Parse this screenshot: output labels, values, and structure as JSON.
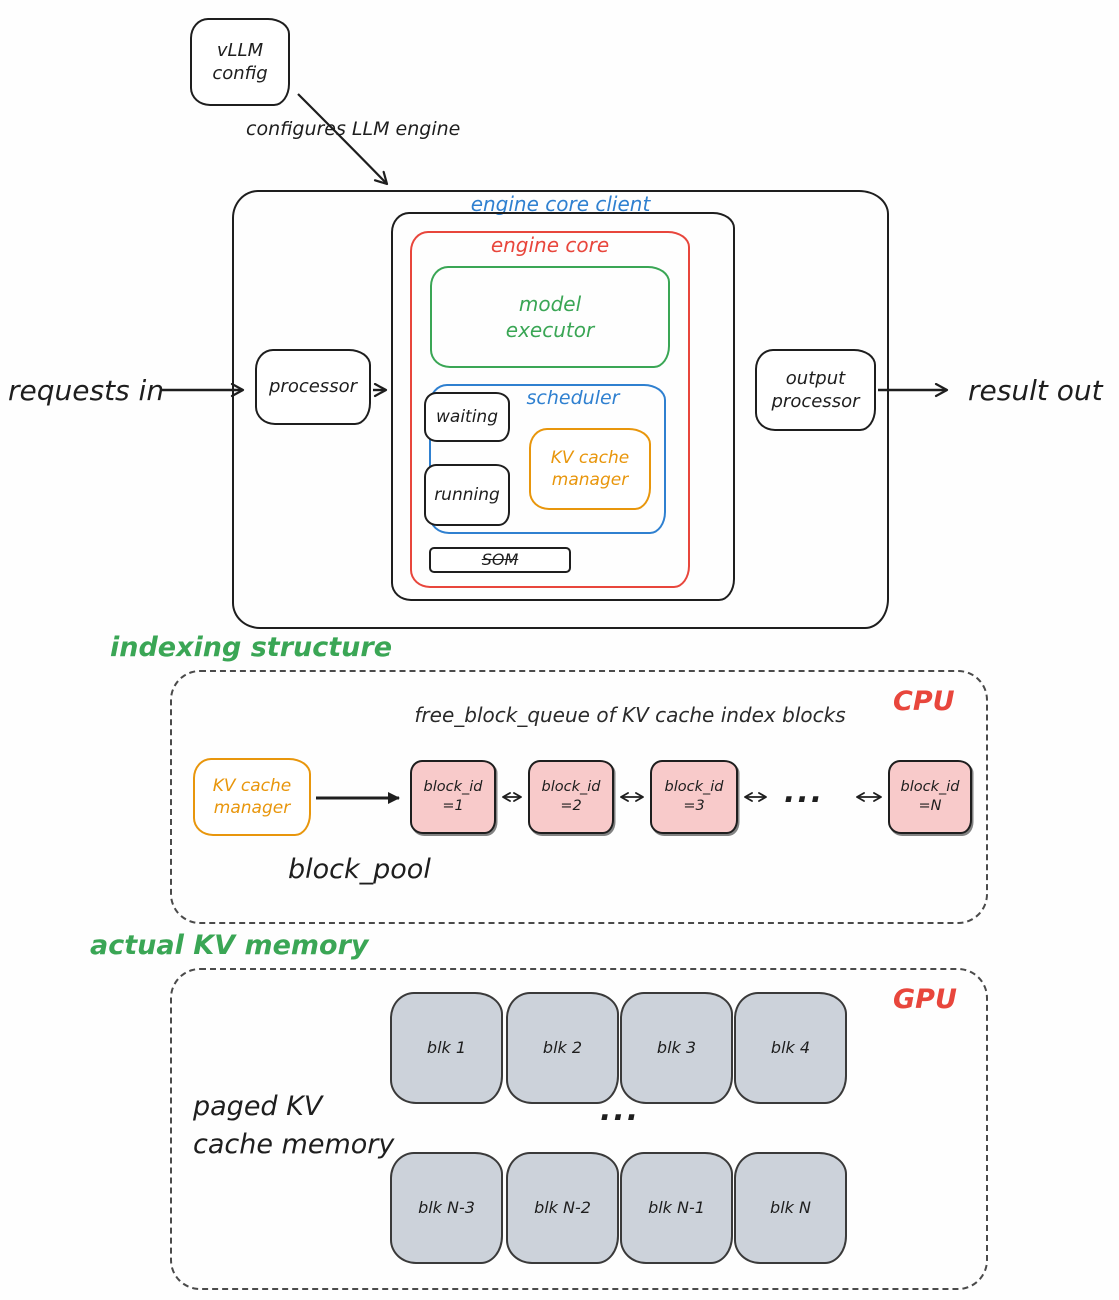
{
  "engine": {
    "config_box": "vLLM\nconfig",
    "configures_label": "configures LLM engine",
    "requests_in": "requests in",
    "result_out": "result out",
    "processor": "processor",
    "output_processor": "output\nprocessor",
    "engine_core_client": "engine core client",
    "engine_core": "engine core",
    "model_executor": "model\nexecutor",
    "scheduler": "scheduler",
    "waiting": "waiting",
    "running": "running",
    "kv_cache_manager": "KV cache\nmanager",
    "som": "SOM"
  },
  "indexing": {
    "section_label": "indexing structure",
    "zone_label": "CPU",
    "queue_title": "free_block_queue of KV cache index blocks",
    "kv_cache_manager": "KV cache\nmanager",
    "block_pool_label": "block_pool",
    "blocks": [
      {
        "label": "block_id\n=1"
      },
      {
        "label": "block_id\n=2"
      },
      {
        "label": "block_id\n=3"
      },
      {
        "label": "block_id\n=N"
      }
    ],
    "ellipsis": "..."
  },
  "memory": {
    "section_label": "actual KV memory",
    "zone_label": "GPU",
    "caption": "paged KV\ncache memory",
    "ellipsis": "...",
    "row1": [
      "blk 1",
      "blk 2",
      "blk 3",
      "blk 4"
    ],
    "row2": [
      "blk N-3",
      "blk N-2",
      "blk N-1",
      "blk N"
    ]
  },
  "colors": {
    "blue": "#2f80d0",
    "red": "#e8463c",
    "green": "#3aa655",
    "orange": "#e8960c",
    "pink_fill": "#f8caca",
    "gray_fill": "#ccd2da"
  }
}
